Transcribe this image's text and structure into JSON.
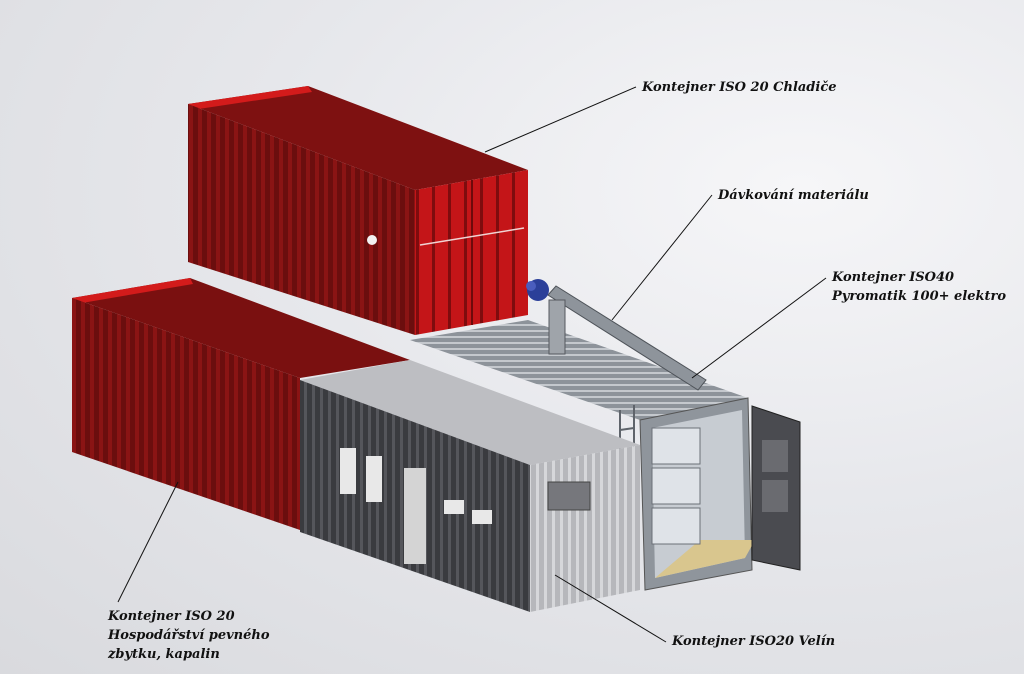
{
  "labels": {
    "chladice": {
      "text": "Kontejner ISO 20 Chladiče"
    },
    "davkovani": {
      "text": "Dávkování materiálu"
    },
    "pyromatik": {
      "line1": "Kontejner ISO40",
      "line2": "Pyromatik 100+ elektro"
    },
    "hospodarstvi": {
      "line1": "Kontejner ISO 20",
      "line2": "Hospodářství pevného",
      "line3": "zbytku, kapalin"
    },
    "velin": {
      "text": "Kontejner ISO20 Velín"
    }
  },
  "colors": {
    "container_red": "#7a1010",
    "container_red_light": "#c8141a",
    "control_room_dark": "#3c3d41",
    "control_room_light": "#c6c7ca",
    "roof_grey": "#bdbec2",
    "open_frame_grey": "#8e949b",
    "auger_blue": "#2b3f99",
    "floor_wood": "#d9c68e"
  }
}
